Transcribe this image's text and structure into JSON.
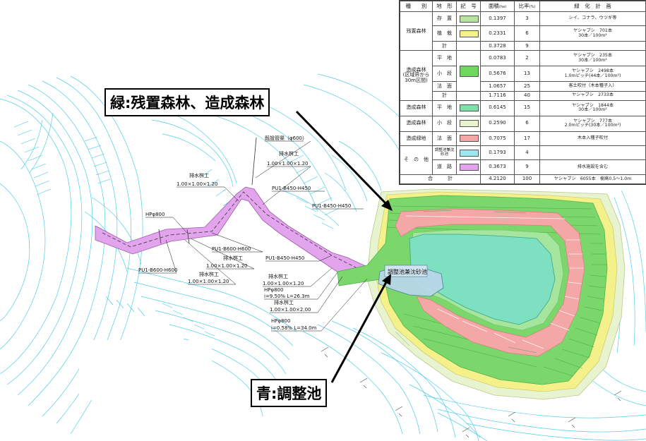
{
  "annotations": {
    "green": "緑:残置森林、造成森林",
    "blue": "青:調整池"
  },
  "colors": {
    "forest_green": "#7bd66b",
    "forest_dark": "#4db447",
    "pond_teal": "#7de0c0",
    "slope_pink": "#f3a7a7",
    "channel_violet": "#e3a4ee",
    "contour_cyan": "#3ec8e6",
    "grass_yellow": "#f4f08a",
    "pale_green": "#e8f3cf"
  },
  "map_labels": {
    "l1": "既設管渠（φ600）",
    "l2": "排水桝工",
    "l3": "1.00×1.00×1.20",
    "l4": "排水桝工",
    "l5": "1.00×1.00×1.20",
    "l6": "PU1-B450-H450",
    "l7": "PU1-B450-H450",
    "l8": "HPφ800",
    "l9": "PU1-B600-H600",
    "l10": "排水桝工",
    "l11": "1.00×1.00×1.20",
    "l12": "PU1-B600-H600",
    "l13": "排水桝工",
    "l14": "1.00×1.00×1.20",
    "l15": "PU1-B450-H450",
    "l16": "排水桝工",
    "l17": "1.00×1.00×1.20",
    "l18": "HPφ800",
    "l19": "i=9.50% L=26.3m",
    "l20": "排水桝工",
    "l21": "1.00×1.00×2.00",
    "l22": "HPφ800",
    "l23": "i=0.58% L=34.0m",
    "l24": "調整池兼沈砂池"
  },
  "table": {
    "headers": [
      "種　　別",
      "地　形",
      "記　号",
      "面積",
      "比率",
      "緑　化　計　画"
    ],
    "header_units": [
      "",
      "",
      "",
      "(ha)",
      "(%)",
      ""
    ],
    "rows": [
      {
        "group": "残置森林",
        "terrain": "存　置",
        "area": "0.1397",
        "ratio": "3",
        "plan": "シイ、コナラ、ウツギ等"
      },
      {
        "group": "",
        "terrain": "植　栽",
        "area": "0.2331",
        "ratio": "6",
        "plan": "ヤシャブシ　701本",
        "plan2": "30本／100m²"
      },
      {
        "group": "",
        "terrain": "計",
        "area": "0.3728",
        "ratio": "9",
        "plan": ""
      },
      {
        "group": "造成森林",
        "group_note": "(区域界から30m区間)",
        "terrain": "平　地",
        "area": "0.0783",
        "ratio": "2",
        "plan": "ヤシャブシ　235本",
        "plan2": "30本／100m²"
      },
      {
        "group": "",
        "terrain": "小　段",
        "area": "0.5676",
        "ratio": "13",
        "plan": "ヤシャブシ　2498本",
        "plan2": "1.0mピッチ(44本／100m²)"
      },
      {
        "group": "",
        "terrain": "法　面",
        "area": "1.0657",
        "ratio": "25",
        "plan": "客土吹付（木本種子入）"
      },
      {
        "group": "",
        "terrain": "計",
        "area": "1.7116",
        "ratio": "40",
        "plan": "ヤシャブシ　2733本"
      },
      {
        "group": "造成森林",
        "terrain": "平　地",
        "area": "0.6145",
        "ratio": "15",
        "plan": "ヤシャブシ　1844本",
        "plan2": "30本／100m²"
      },
      {
        "group": "造成森林",
        "terrain": "小　段",
        "area": "0.2590",
        "ratio": "6",
        "plan": "ヤシャブシ　777本",
        "plan2": "2.0mピッチ(30本／100m²)"
      },
      {
        "group": "造成緑地",
        "terrain": "法　面",
        "area": "0.7075",
        "ratio": "17",
        "plan": "木本入種子吹付"
      },
      {
        "group": "そ　の　他",
        "terrain": "調整池兼沈砂池",
        "area": "0.1793",
        "ratio": "4",
        "plan": ""
      },
      {
        "group": "",
        "terrain": "道　路",
        "area": "0.3673",
        "ratio": "9",
        "plan": "排水施設を含む"
      }
    ],
    "total": {
      "label": "合　　　計",
      "area": "4.2120",
      "ratio": "100",
      "plan": "ヤシャブシ　6055本　樹高0.5～1.0m"
    }
  }
}
